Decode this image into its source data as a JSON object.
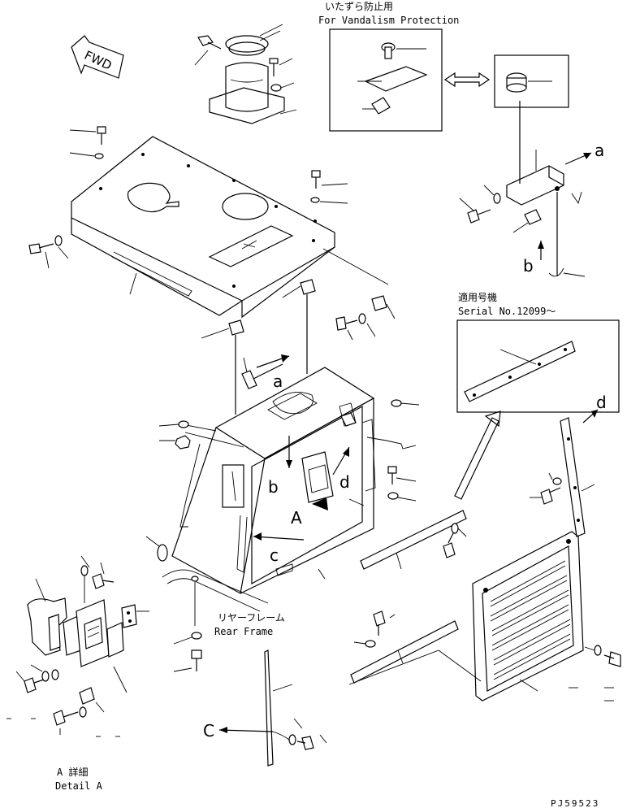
{
  "labels": {
    "vandalism_jp": "いたずら防止用",
    "vandalism_en": "For Vandalism Protection",
    "serial_jp": "適用号機",
    "serial_en": "Serial No.12099～",
    "rear_frame_jp": "リヤーフレーム",
    "rear_frame_en": "Rear Frame",
    "detail_jp": "A 詳細",
    "detail_en": "Detail A",
    "fwd": "FWD",
    "drawing_code": "PJ59523"
  },
  "callouts": {
    "a_top": "a",
    "a_frame": "a",
    "b_right": "b",
    "b_frame": "b",
    "c_frame": "c",
    "c_bottom": "C",
    "d_right": "d",
    "d_frame": "d",
    "A_frame": "A"
  }
}
